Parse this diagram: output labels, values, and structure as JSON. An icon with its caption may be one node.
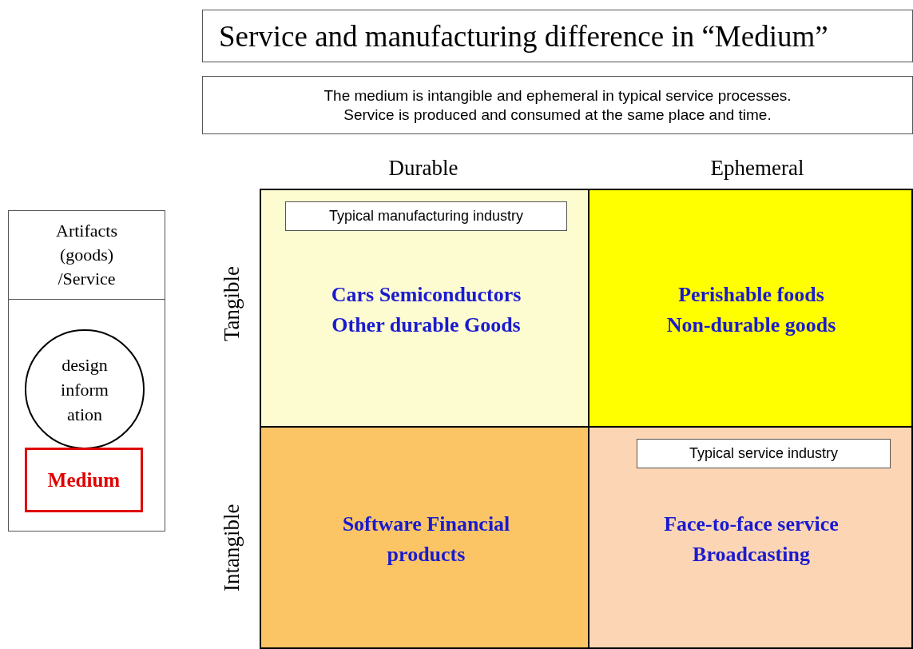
{
  "diagram": {
    "nodes": [
      {
        "text": [
          "Service and manufacturing difference in “Medium”"
        ]
      },
      {
        "text": [
          "The medium is intangible and ephemeral in typical service processes. Service is produced and consumed at the same place and time."
        ]
      },
      {
        "text": [
          "Artifacts (goods) /Service"
        ]
      },
      {
        "text": [
          "design inform ation"
        ],
        "in": 2
      },
      {
        "text": [
          "Medium"
        ],
        "in": 2
      },
      {
        "text": [
          "Cars Semiconductors Other durable Goods"
        ]
      },
      {
        "text": [
          "Typical manufacturing industry"
        ],
        "in": 5
      },
      {
        "text": [
          "Perishable foods Non-durable goods"
        ]
      },
      {
        "text": [
          "Software Financial products"
        ]
      },
      {
        "text": [
          "Face-to-face service Broadcasting"
        ]
      },
      {
        "text": [
          "Typical service industry"
        ],
        "in": 9
      }
    ],
    "edges": [],
    "labels": [
      "Durable",
      "Ephemeral",
      "Tangible",
      "Intangible"
    ]
  }
}
